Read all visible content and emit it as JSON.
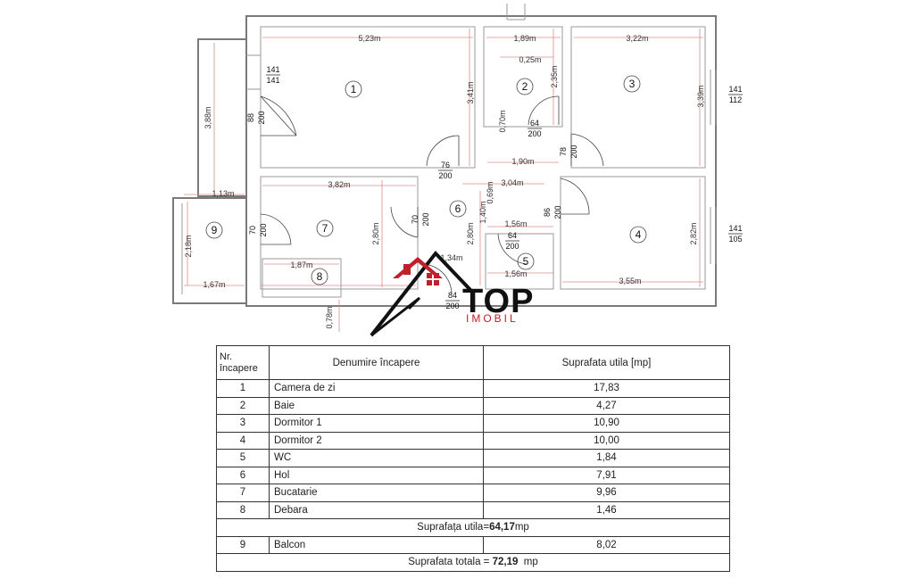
{
  "plan": {
    "rooms": [
      {
        "num": "1"
      },
      {
        "num": "2"
      },
      {
        "num": "3"
      },
      {
        "num": "4"
      },
      {
        "num": "5"
      },
      {
        "num": "6"
      },
      {
        "num": "7"
      },
      {
        "num": "8"
      },
      {
        "num": "9"
      }
    ],
    "dims": {
      "d523": "5,23m",
      "d189": "1,89m",
      "d322": "3,22m",
      "d025": "0,25m",
      "d235": "2,35m",
      "d341": "3,41m",
      "d339": "3,39m",
      "d388": "3,88m",
      "d070": "0,70m",
      "d190": "1,90m",
      "d382": "3,82m",
      "d304": "3,04m",
      "d069": "0,69m",
      "d140": "1,40m",
      "d113": "1,13m",
      "d156a": "1,56m",
      "d280a": "2,80m",
      "d280b": "2,80m",
      "d282": "2,82m",
      "d218": "2,18m",
      "d187": "1,87m",
      "d167": "1,67m",
      "d134": "1,34m",
      "d156b": "1,56m",
      "d355": "3,55m",
      "d078": "0,78m"
    },
    "doors": {
      "w1_a": "141",
      "w1_b": "141",
      "w3_a": "141",
      "w3_b": "112",
      "w4_a": "141",
      "w4_b": "105",
      "dr1_a": "88",
      "dr1_b": "200",
      "dr2_a": "64",
      "dr2_b": "200",
      "dr3_a": "78",
      "dr3_b": "200",
      "dr6_a": "76",
      "dr6_b": "200",
      "dr7_a": "70",
      "dr7_b": "200",
      "dr7b_a": "70",
      "dr7b_b": "200",
      "dr4_a": "86",
      "dr4_b": "200",
      "dr5_a": "64",
      "dr5_b": "200",
      "dr8_a": "84",
      "dr8_b": "200"
    }
  },
  "logo": {
    "word": "TOP",
    "sub": "IMOBIL",
    "color": "#c0202a"
  },
  "table": {
    "head": {
      "nr_line1": "Nr.",
      "nr_line2": "încapere",
      "name": "Denumire încapere",
      "area": "Suprafata utila [mp]"
    },
    "rows": [
      {
        "nr": "1",
        "name": "Camera de zi",
        "area": "17,83"
      },
      {
        "nr": "2",
        "name": "Baie",
        "area": "4,27"
      },
      {
        "nr": "3",
        "name": "Dormitor 1",
        "area": "10,90"
      },
      {
        "nr": "4",
        "name": "Dormitor 2",
        "area": "10,00"
      },
      {
        "nr": "5",
        "name": "WC",
        "area": "1,84"
      },
      {
        "nr": "6",
        "name": "Hol",
        "area": "7,91"
      },
      {
        "nr": "7",
        "name": "Bucatarie",
        "area": "9,96"
      },
      {
        "nr": "8",
        "name": "Debara",
        "area": "1,46"
      }
    ],
    "useful": {
      "label": "Suprafața utila=",
      "value": "64,17",
      "unit": "mp"
    },
    "balcony": {
      "nr": "9",
      "name": "Balcon",
      "area": "8,02"
    },
    "total": {
      "label": "Suprafata totala = ",
      "value": "72,19",
      "unit": "  mp"
    }
  }
}
